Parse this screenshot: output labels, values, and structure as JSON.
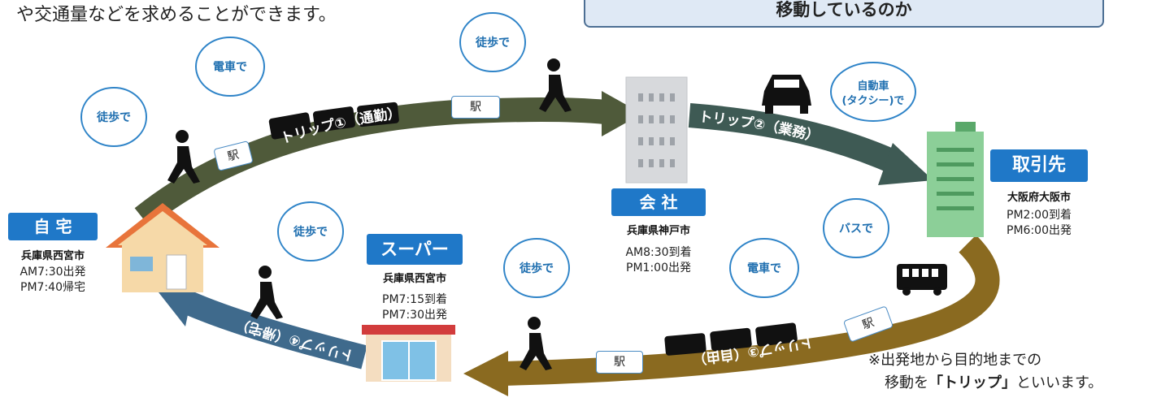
{
  "intro_text": "や交通量などを求めることができます。",
  "banner_text": "移動しているのか",
  "places": {
    "home": {
      "label": "自 宅",
      "city": "兵庫県西宮市",
      "times": [
        "AM7:30出発",
        "PM7:40帰宅"
      ]
    },
    "company": {
      "label": "会 社",
      "city": "兵庫県神戸市",
      "times": [
        "AM8:30到着",
        "PM1:00出発"
      ]
    },
    "client": {
      "label": "取引先",
      "city": "大阪府大阪市",
      "times": [
        "PM2:00到着",
        "PM6:00出発"
      ]
    },
    "supermarket": {
      "label": "スーパー",
      "city": "兵庫県西宮市",
      "times": [
        "PM7:15到着",
        "PM7:30出発"
      ]
    }
  },
  "trips": {
    "trip1": "トリップ①（通勤）",
    "trip2": "トリップ②（業務）",
    "trip3": "トリップ③（自由）",
    "trip4": "トリップ④（帰宅）"
  },
  "bubbles": {
    "walk_home": "徒歩で",
    "train_commute": "電車で",
    "walk_office": "徒歩で",
    "car": [
      "自動車",
      "(タクシー)で"
    ],
    "bus": "バスで",
    "train_free": "電車で",
    "walk_station": "徒歩で",
    "walk_super": "徒歩で"
  },
  "station_label": "駅",
  "note": {
    "line1": "※出発地から目的地までの",
    "line2_pre": "移動を",
    "line2_bold": "「トリップ」",
    "line2_post": "といいます。"
  },
  "colors": {
    "trip1": "#4f5a3a",
    "trip2": "#3e5a54",
    "trip3": "#8a6a20",
    "trip4": "#3f6a8c",
    "label_blue": "#1f78c8",
    "bubble_stroke": "#2f84c8"
  }
}
